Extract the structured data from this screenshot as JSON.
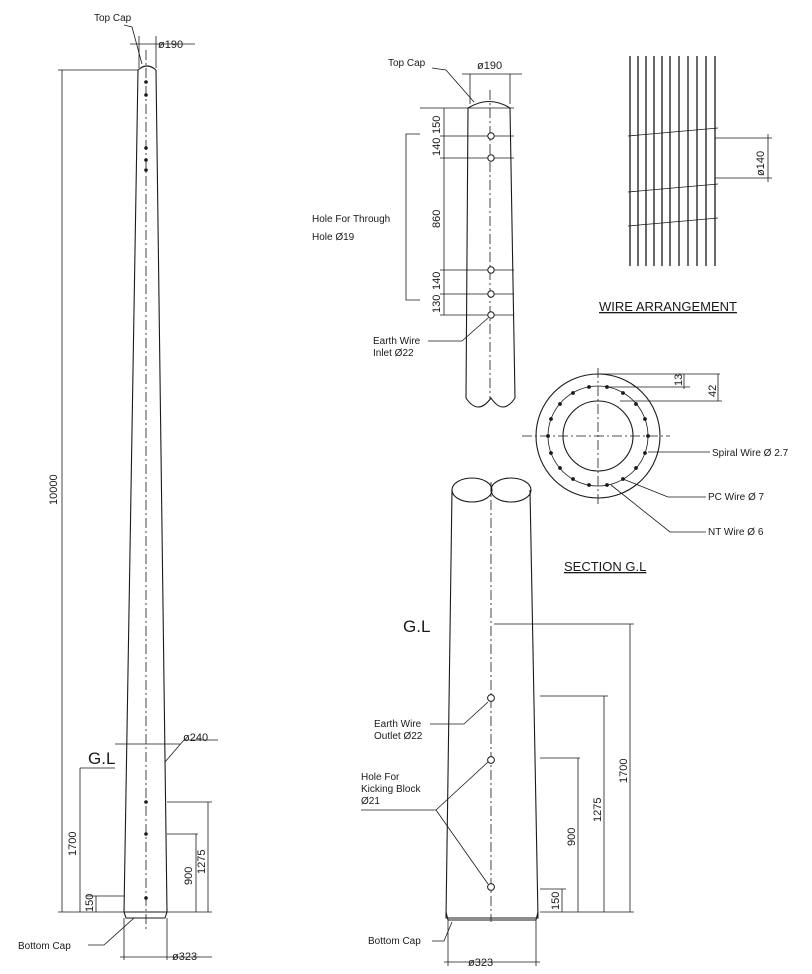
{
  "colors": {
    "ink": "#1a1a1a",
    "paper": "#ffffff"
  },
  "elevation": {
    "top_cap": "Top Cap",
    "bottom_cap": "Bottom Cap",
    "gl": "G.L",
    "top_dia": "ø190",
    "gl_dia": "ø240",
    "bottom_dia": "ø323",
    "length": "10000",
    "dim_1700": "1700",
    "dim_1275": "1275",
    "dim_900": "900",
    "dim_150": "150"
  },
  "top_detail": {
    "top_cap": "Top Cap",
    "top_dia": "ø190",
    "dim_150": "150",
    "dim_140a": "140",
    "dim_860": "860",
    "dim_140b": "140",
    "dim_130": "130",
    "hole_line1": "Hole For Through",
    "hole_line2": "Hole Ø19",
    "earth_line1": "Earth Wire",
    "earth_line2": "Inlet Ø22"
  },
  "wire_arrangement": {
    "dim_140": "ø140",
    "title": "WIRE ARRANGEMENT"
  },
  "section": {
    "dim_13": "13",
    "dim_42": "42",
    "spiral": "Spiral Wire Ø 2.7",
    "pc": "PC Wire Ø 7",
    "nt": "NT Wire Ø 6",
    "title": "SECTION G.L"
  },
  "bottom_detail": {
    "gl": "G.L",
    "earth_line1": "Earth Wire",
    "earth_line2": "Outlet Ø22",
    "kick_line1": "Hole For",
    "kick_line2": "Kicking Block",
    "kick_line3": "Ø21",
    "dim_1700": "1700",
    "dim_1275": "1275",
    "dim_900": "900",
    "dim_150": "150",
    "bottom_cap": "Bottom Cap",
    "bottom_dia": "ø323"
  }
}
